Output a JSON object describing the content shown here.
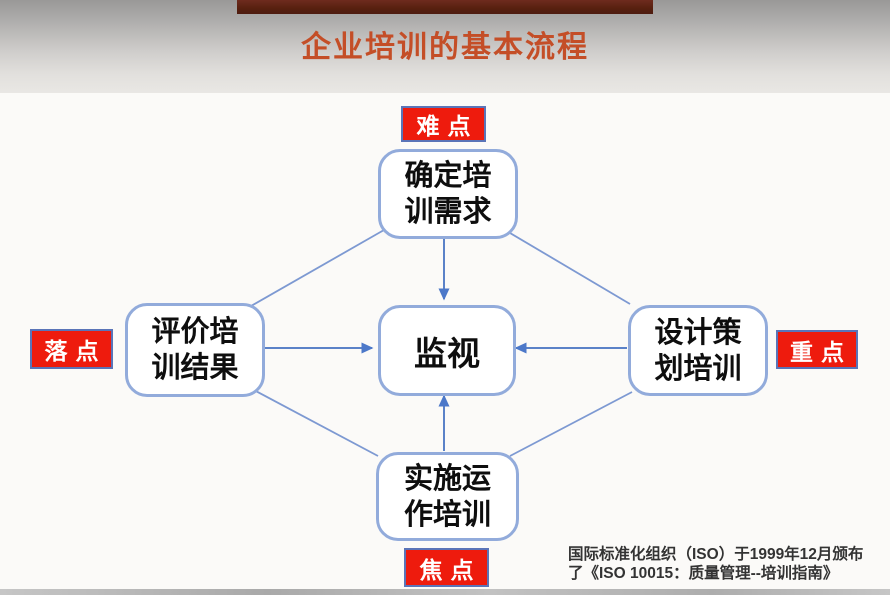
{
  "header": {
    "title": "企业培训的基本流程"
  },
  "badges": {
    "top": "难点",
    "left": "落点",
    "right": "重点",
    "bottom": "焦点"
  },
  "nodes": {
    "top": {
      "line1": "确定培",
      "line2": "训需求"
    },
    "left": {
      "line1": "评价培",
      "line2": "训结果"
    },
    "right": {
      "line1": "设计策",
      "line2": "划培训"
    },
    "bottom": {
      "line1": "实施运",
      "line2": "作培训"
    },
    "center": {
      "label": "监视"
    }
  },
  "footnote": {
    "line1": "国际标准化组织（ISO）于1999年12月颁布",
    "line2": "了《ISO 10015：质量管理--培训指南》"
  },
  "colors": {
    "title_text": "#c44e27",
    "top_bar": "#57200f",
    "badge_bg": "#ee1b0d",
    "badge_border": "#5a74b8",
    "badge_text": "#ffffff",
    "node_border": "#92abdb",
    "node_text": "#0e0e0e",
    "connector_line": "#7d99d2",
    "arrow": "#5b82c8",
    "footnote_text": "#333333"
  }
}
